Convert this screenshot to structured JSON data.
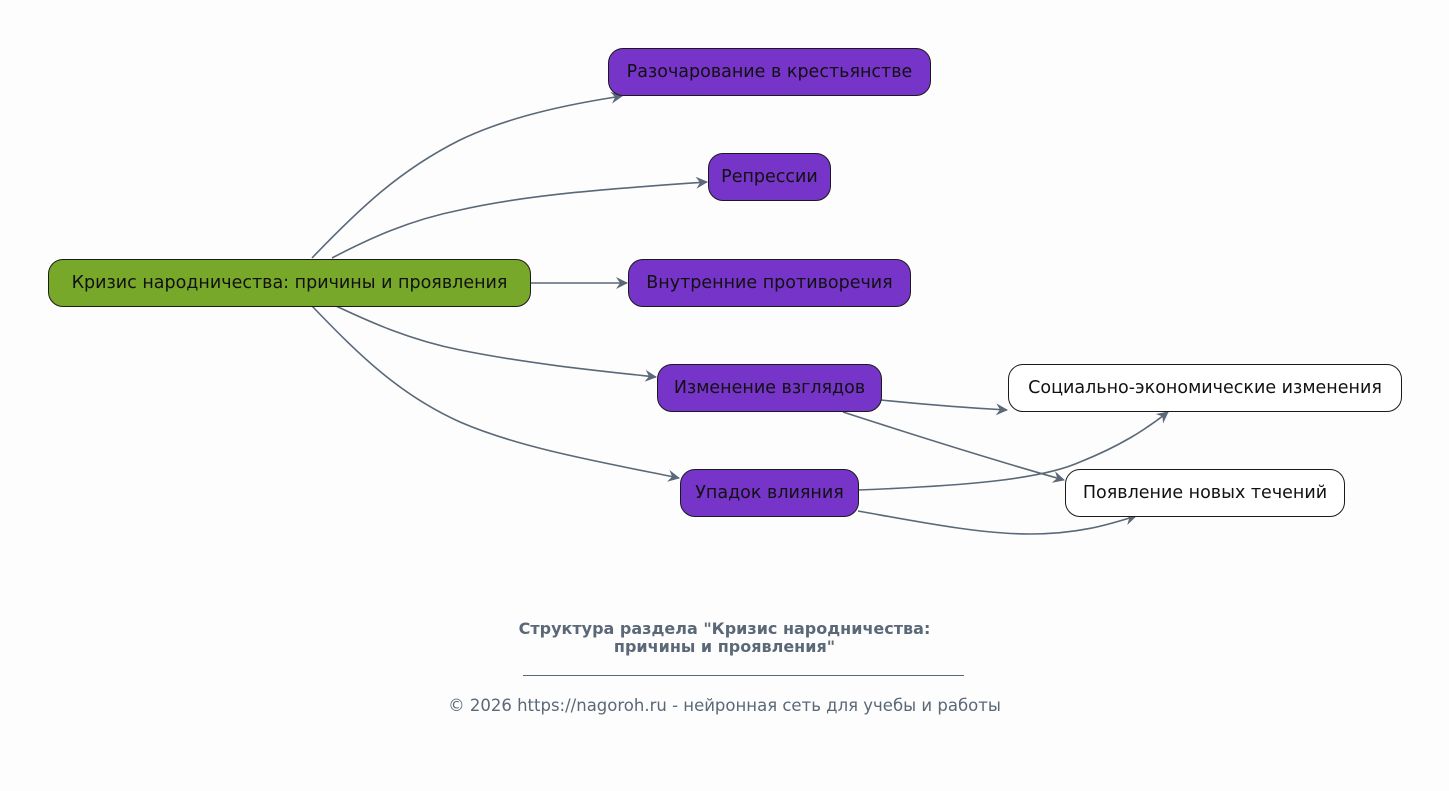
{
  "diagram": {
    "root": {
      "id": "root",
      "label": "Кризис народничества: причины и проявления"
    },
    "children": [
      {
        "id": "c1",
        "label": "Разочарование в крестьянстве"
      },
      {
        "id": "c2",
        "label": "Репрессии"
      },
      {
        "id": "c3",
        "label": "Внутренние противоречия"
      },
      {
        "id": "c4",
        "label": "Изменение взглядов"
      },
      {
        "id": "c5",
        "label": "Упадок влияния"
      }
    ],
    "leaves": [
      {
        "id": "l1",
        "label": "Социально-экономические изменения"
      },
      {
        "id": "l2",
        "label": "Появление новых течений"
      }
    ],
    "edges": [
      {
        "from": "root",
        "to": "c1"
      },
      {
        "from": "root",
        "to": "c2"
      },
      {
        "from": "root",
        "to": "c3"
      },
      {
        "from": "root",
        "to": "c4"
      },
      {
        "from": "root",
        "to": "c5"
      },
      {
        "from": "c4",
        "to": "l1"
      },
      {
        "from": "c4",
        "to": "l2"
      },
      {
        "from": "c5",
        "to": "l1"
      },
      {
        "from": "c5",
        "to": "l2"
      }
    ],
    "colors": {
      "root": "#78a82a",
      "child": "#7634c8",
      "leaf": "#ffffff",
      "edge": "#5a6877"
    }
  },
  "caption": {
    "title_line1": "Структура раздела \"Кризис народничества:",
    "title_line2": "причины и проявления\"",
    "footer": "© 2026 https://nagoroh.ru - нейронная сеть для учебы и работы"
  }
}
